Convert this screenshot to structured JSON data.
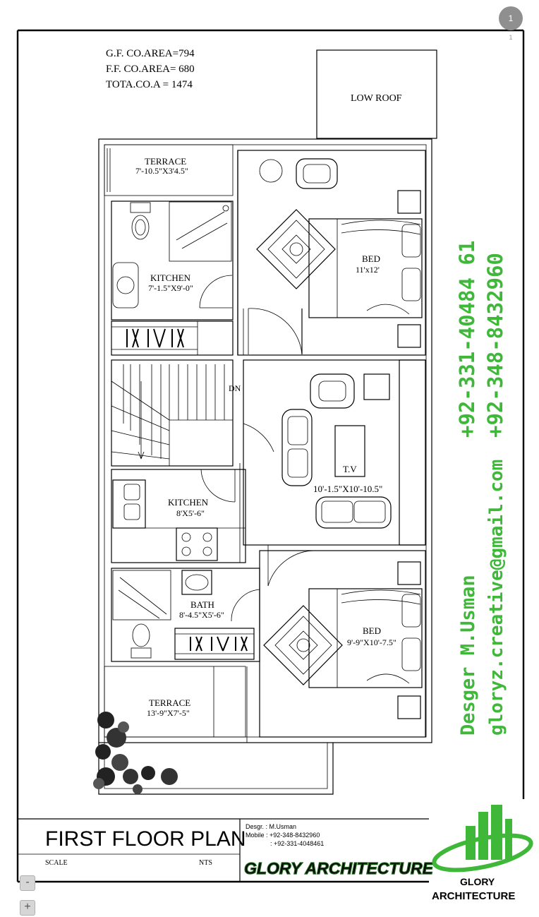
{
  "areas": {
    "gf": "G.F. CO.AREA=794",
    "ff": "F.F. CO.AREA= 680",
    "total": "TOTA.CO.A    = 1474"
  },
  "rooms": {
    "low_roof": "LOW ROOF",
    "terrace_top_name": "TERRACE",
    "terrace_top_size": "7'-10.5\"X3'4.5\"",
    "kitchen_top_name": "KITCHEN",
    "kitchen_top_size": "7'-1.5\"X9'-0\"",
    "bed_top_name": "BED",
    "bed_top_size": "11'x12'",
    "stair_dn": "DN",
    "tv": "T.V",
    "lounge_size": "10'-1.5\"X10'-10.5\"",
    "kitchen_mid_name": "KITCHEN",
    "kitchen_mid_size": "8'X5'-6\"",
    "bath_name": "BATH",
    "bath_size": "8'-4.5\"X5'-6\"",
    "bed_bottom_name": "BED",
    "bed_bottom_size": "9'-9\"X10'-7.5\"",
    "terrace_bottom_name": "TERRACE",
    "terrace_bottom_size": "13'-9\"X7'-5\""
  },
  "title_block": {
    "title": "FIRST FLOOR PLAN",
    "scale_label": "SCALE",
    "scale_value": "NTS",
    "designer_line": "Desgr.   : M.Usman",
    "mobile_line": "Mobile : +92-348-8432960",
    "mobile_line2": ": +92-331-4048461",
    "banner": "GLORY ARCHITECTURE",
    "logo_line1": "GLORY",
    "logo_line2": "ARCHITECTURE"
  },
  "side_text": {
    "phone1": "+92-331-40484 61",
    "phone2": "+92-348-8432960",
    "email": "gloryz.creative@gmail.com",
    "designer": "Desger M.Usman"
  },
  "viewer": {
    "page_number": "1",
    "page_sub": "1",
    "zoom_out": "-",
    "zoom_in": "+"
  },
  "colors": {
    "accent_green": "#3fb83a",
    "line": "#000000",
    "badge_gray": "#8f8f8f"
  }
}
